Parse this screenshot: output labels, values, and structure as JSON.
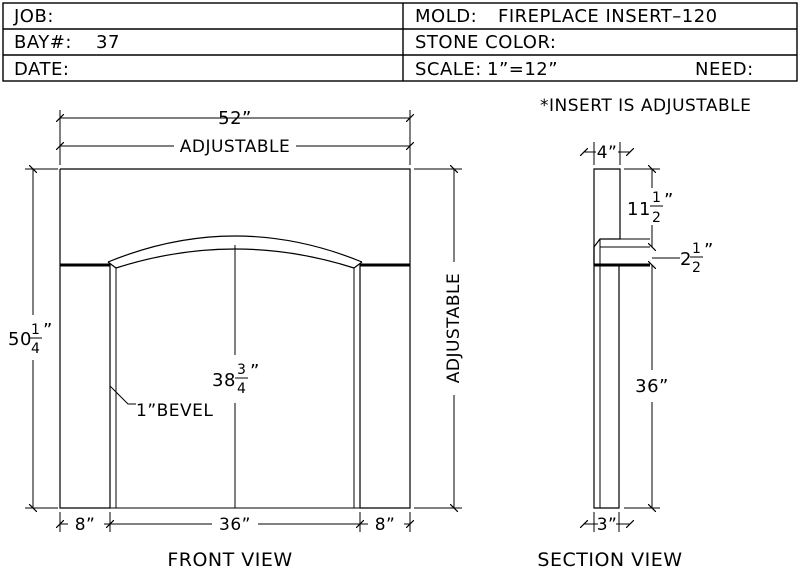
{
  "title_block": {
    "job_label": "JOB:",
    "bay_label": "BAY#:",
    "bay_value": "37",
    "date_label": "DATE:",
    "mold_label": "MOLD:",
    "mold_value": "FIREPLACE INSERT–120",
    "stone_color_label": "STONE COLOR:",
    "scale_label": "SCALE:",
    "scale_value": "1”=12”",
    "need_label": "NEED:"
  },
  "notes": {
    "insert_note": "*INSERT IS ADJUSTABLE"
  },
  "front_view": {
    "caption": "FRONT VIEW",
    "overall_width": "52”",
    "adjustable_top": "ADJUSTABLE",
    "adjustable_side": "ADJUSTABLE",
    "height_whole": "50",
    "height_num": "1",
    "height_den": "4",
    "height_unit": "”",
    "opening_whole": "38",
    "opening_num": "3",
    "opening_den": "4",
    "opening_unit": "”",
    "bevel": "1”BEVEL",
    "left_leg": "8”",
    "opening_width": "36”",
    "right_leg": "8”"
  },
  "section_view": {
    "caption": "SECTION VIEW",
    "top_depth": "4”",
    "upper_whole": "11",
    "upper_num": "1",
    "upper_den": "2",
    "upper_unit": "”",
    "step_whole": "2",
    "step_num": "1",
    "step_den": "2",
    "step_unit": "”",
    "leg_height": "36”",
    "bottom_depth": "3”"
  }
}
